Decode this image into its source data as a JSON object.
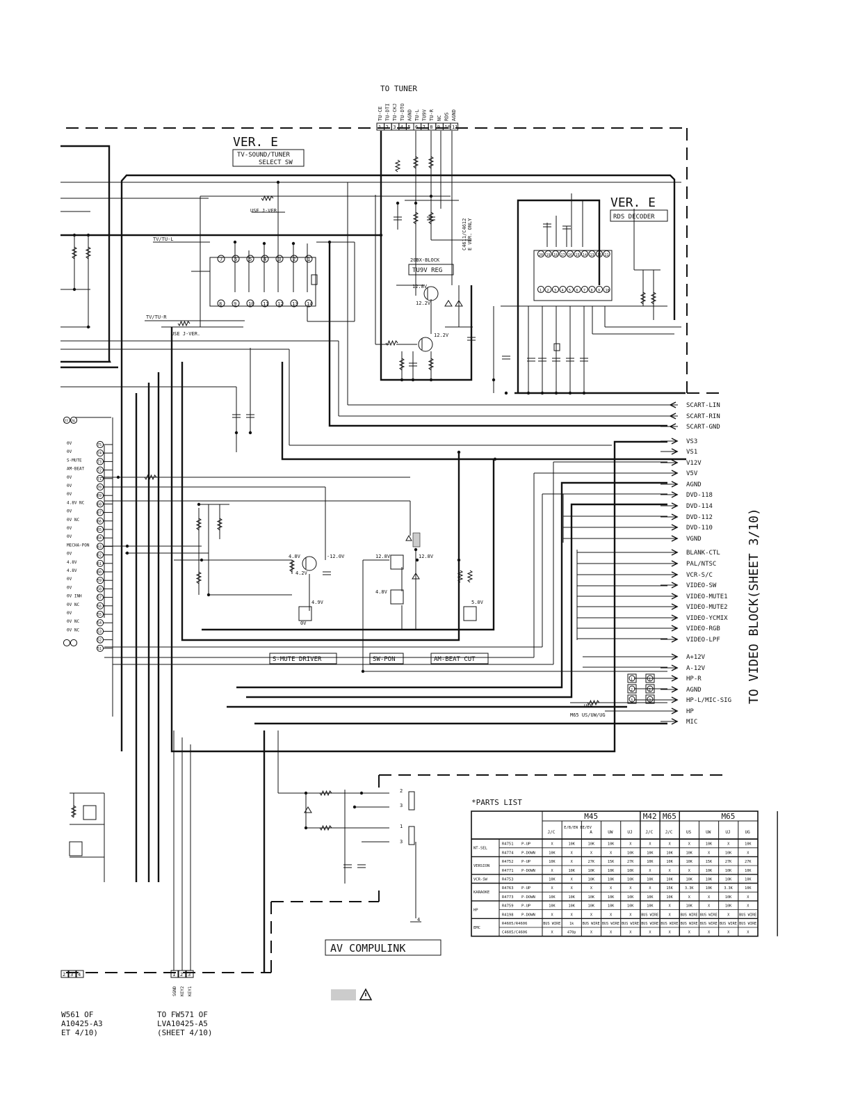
{
  "tuner": {
    "title": "TO TUNER",
    "pins": [
      "TU-CE",
      "TU-DTI",
      "TU-CKJ",
      "TU-DTO",
      "AGND",
      "TU-L",
      "TU9V",
      "TU-R",
      "NC",
      "RDS",
      "AGND"
    ],
    "pin_numbers": [
      "1",
      "2",
      "3",
      "4",
      "5",
      "6",
      "7",
      "8",
      "9",
      "10",
      "11"
    ]
  },
  "blocks": {
    "ver_e_1": "VER. E",
    "tv_sound_line1": "TV-SOUND/TUNER",
    "tv_sound_line2": "SELECT SW",
    "ver_e_2": "VER. E",
    "rds_decoder": "RDS DECODER",
    "tu9v_reg": "TU9V REG",
    "block_20bx": "20BX-BLOCK",
    "cap_note_1": "C4611/C4612",
    "cap_note_2": "E VER. ONLY",
    "use_j_ver_1": "USE J-VER.",
    "use_j_ver_2": "USE J-VER.",
    "tv_tu_l": "TV/TU-L",
    "tv_tu_r": "TV/TU-R",
    "s_mute_driver": "S-MUTE DRIVER",
    "sw_pon": "SW-PON",
    "am_beat_cut": "AM-BEAT CUT",
    "av_compulink": "AV COMPULINK",
    "use_m65": "USE",
    "m65_note": "M65 US/UW/UG"
  },
  "voltages": {
    "v128_a": "12.8V",
    "v122": "12.2V",
    "v122_b": "12.2V",
    "v48": "4.8V",
    "v49": "4.9V",
    "v42": "4.2V",
    "v120": "-12.0V",
    "v128_b": "12.8V",
    "v128_c": "12.8V",
    "v48_b": "4.8V",
    "v50": "5.0V",
    "v0": "0V"
  },
  "output_signals": [
    "SCART-LIN",
    "SCART-RIN",
    "SCART-GND",
    "VS3",
    "VS1",
    "V12V",
    "V5V",
    "AGND",
    "DVD-118",
    "DVD-114",
    "DVD-112",
    "DVD-110",
    "VGND",
    "BLANK-CTL",
    "PAL/NTSC",
    "VCR-S/C",
    "VIDEO-SW",
    "VIDEO-MUTE1",
    "VIDEO-MUTE2",
    "VIDEO-YCMIX",
    "VIDEO-RGB",
    "VIDEO-LPF",
    "A+12V",
    "A-12V",
    "HP-R",
    "AGND",
    "HP-L/MIC-SIG",
    "HP",
    "MIC"
  ],
  "side_label": "TO VIDEO BLOCK(SHEET 3/10)",
  "left_pins": [
    "0V",
    "0V",
    "S-MUTE",
    "AM-BEAT",
    "0V",
    "0V",
    "0V",
    "4.8V NC",
    "0V",
    "0V NC",
    "0V",
    "0V",
    "MECHA-PON",
    "0V",
    "4.8V",
    "4.8V",
    "0V",
    "0V",
    "0V INH",
    "0V NC",
    "0V",
    "0V NC",
    "0V NC"
  ],
  "left_pin_nums": [
    "77",
    "76",
    "75",
    "74",
    "73",
    "72",
    "71",
    "70",
    "69",
    "68",
    "67",
    "66",
    "65",
    "64",
    "63",
    "62",
    "61",
    "60",
    "59",
    "58",
    "57",
    "56",
    "55",
    "54",
    "53",
    "52",
    "51"
  ],
  "bottom": {
    "left_text_1": "W561 OF",
    "left_text_2": "A10425-A3",
    "left_text_3": "ET 4/10)",
    "right_text_1": "TO FW571 OF",
    "right_text_2": "LVA10425-A5",
    "right_text_3": "(SHEET 4/10)",
    "conn_nums": [
      "2",
      "3",
      "4"
    ],
    "conn2_nums": [
      "1",
      "2",
      "3"
    ],
    "conn2_labels": [
      "SGND",
      "KEY2",
      "KEY1"
    ]
  },
  "parts_list": {
    "title": "*PARTS LIST",
    "groups": [
      {
        "name": "M45",
        "span": 5
      },
      {
        "name": "M42",
        "span": 1
      },
      {
        "name": "M65",
        "span": 1
      },
      {
        "name": "M65",
        "span": 5
      }
    ],
    "columns": [
      "J/C",
      "E/B/EN EE/EV",
      "A",
      "UW",
      "UJ",
      "J/C",
      "J/C",
      "US",
      "UW",
      "UJ",
      "UG"
    ],
    "rows": [
      {
        "group": "NT-SEL",
        "part": "R4751",
        "pos": "P-UP",
        "vals": [
          "X",
          "10K",
          "10K",
          "10K",
          "X",
          "X",
          "X",
          "X",
          "10K",
          "X",
          "10K"
        ]
      },
      {
        "group": "",
        "part": "R4774",
        "pos": "P-DOWN",
        "vals": [
          "10K",
          "X",
          "X",
          "X",
          "10K",
          "10K",
          "10K",
          "10K",
          "X",
          "10K",
          "X"
        ]
      },
      {
        "group": "VERSION",
        "part": "R4752",
        "pos": "P-UP",
        "vals": [
          "10K",
          "X",
          "27K",
          "15K",
          "27K",
          "10K",
          "10K",
          "10K",
          "15K",
          "27K",
          "27K"
        ]
      },
      {
        "group": "",
        "part": "R4771",
        "pos": "P-DOWN",
        "vals": [
          "X",
          "10K",
          "10K",
          "10K",
          "10K",
          "X",
          "X",
          "X",
          "10K",
          "10K",
          "10K"
        ]
      },
      {
        "group": "VCR-SW",
        "part": "R4753",
        "pos": "",
        "vals": [
          "10K",
          "X",
          "10K",
          "10K",
          "10K",
          "10K",
          "10K",
          "10K",
          "10K",
          "10K",
          "10K"
        ]
      },
      {
        "group": "KARAOKE",
        "part": "R4763",
        "pos": "P-UP",
        "vals": [
          "X",
          "X",
          "X",
          "X",
          "X",
          "X",
          "15K",
          "3.3K",
          "10K",
          "3.3K",
          "10K"
        ]
      },
      {
        "group": "",
        "part": "R4773",
        "pos": "P-DOWN",
        "vals": [
          "10K",
          "10K",
          "10K",
          "10K",
          "10K",
          "10K",
          "10K",
          "X",
          "X",
          "10K",
          "X"
        ]
      },
      {
        "group": "HP",
        "part": "R4759",
        "pos": "P-UP",
        "vals": [
          "10K",
          "10K",
          "10K",
          "10K",
          "10K",
          "10K",
          "X",
          "10K",
          "X",
          "10K",
          "X"
        ]
      },
      {
        "group": "",
        "part": "R4198",
        "pos": "P-DOWN",
        "vals": [
          "X",
          "X",
          "X",
          "X",
          "X",
          "BUS WIRE",
          "X",
          "BUS WIRE",
          "BUS WIRE",
          "X",
          "BUS WIRE"
        ]
      },
      {
        "group": "EMC",
        "part": "R4605/R4606",
        "pos": "",
        "vals": [
          "BUS WIRE",
          "1k",
          "BUS WIRE",
          "BUS WIRE",
          "BUS WIRE",
          "BUS WIRE",
          "BUS WIRE",
          "BUS WIRE",
          "BUS WIRE",
          "BUS WIRE",
          "BUS WIRE"
        ]
      },
      {
        "group": "",
        "part": "C4605/C4606",
        "pos": "",
        "vals": [
          "X",
          "470p",
          "X",
          "X",
          "X",
          "X",
          "X",
          "X",
          "X",
          "X",
          "X"
        ]
      }
    ]
  },
  "colors": {
    "ink": "#111111",
    "shade": "#cccccc"
  }
}
